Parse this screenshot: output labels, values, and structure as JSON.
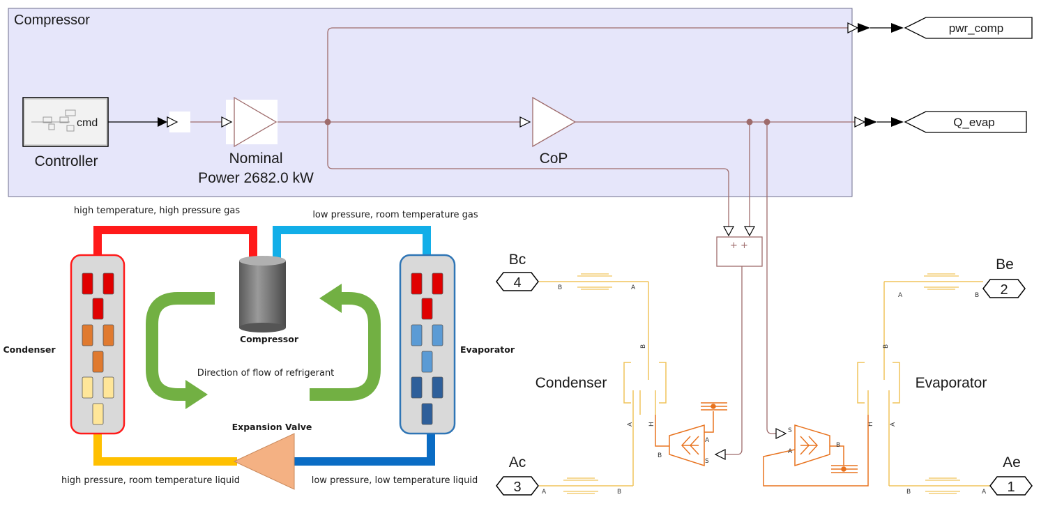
{
  "subsystem": {
    "title": "Compressor",
    "controller_label": "Controller",
    "controller_port": "cmd",
    "gain1_label_line1": "Nominal",
    "gain1_label_line2": "Power 2682.0 kW",
    "gain2_label": "CoP",
    "sum_signs": "+ +"
  },
  "outputs": {
    "pwr_comp": "pwr_comp",
    "q_evap": "Q_evap"
  },
  "ports": {
    "bc": {
      "name": "Bc",
      "number": "4"
    },
    "ac": {
      "name": "Ac",
      "number": "3"
    },
    "be": {
      "name": "Be",
      "number": "2"
    },
    "ae": {
      "name": "Ae",
      "number": "1"
    }
  },
  "blocks": {
    "condenser": "Condenser",
    "evaporator": "Evaporator"
  },
  "port_letters": {
    "a": "A",
    "b": "B",
    "h": "H",
    "s": "S"
  },
  "cycle": {
    "top_left_label": "high temperature, high pressure gas",
    "top_right_label": "low pressure, room temperature gas",
    "bottom_left_label": "high pressure, room temperature liquid",
    "bottom_right_label": "low pressure, low temperature liquid",
    "condenser": "Condenser",
    "evaporator": "Evaporator",
    "compressor": "Compressor",
    "expansion_valve": "Expansion Valve",
    "flow_label": "Direction of flow of refrigerant"
  },
  "colors": {
    "subsystem_bg": "#e6e6fa",
    "signal": "#9e6b6b",
    "thermal_pipe": "#f0c35a",
    "orange": "#e8731f",
    "red_pipe": "#ff1a1a",
    "cyan_pipe": "#12aee8",
    "blue_pipe": "#0a6cc4",
    "yellow_pipe": "#ffc000",
    "green_arrow": "#72b043",
    "valve": "#f4b183"
  }
}
